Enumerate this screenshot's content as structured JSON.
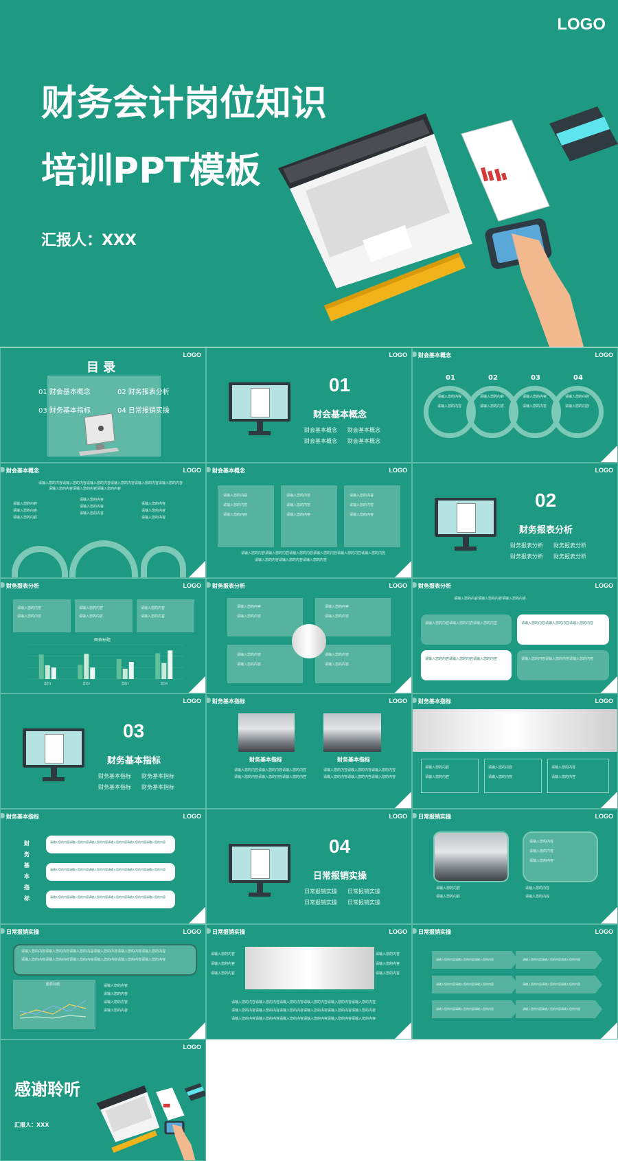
{
  "cover": {
    "logo": "LOGO",
    "title_line1": "财务会计岗位知识",
    "title_line2": "培训PPT模板",
    "reporter": "汇报人：XXX"
  },
  "common": {
    "logo": "LOGO",
    "filler_short": "请输入您的内容",
    "filler_line": "请输入您的内容请输入您的内容请输入您的内容",
    "filler_long": "请输入您的内容请输入您的内容请输入您的内容请输入您的内容请输入您的内容请输入您的内容"
  },
  "toc": {
    "heading": "目 录",
    "items": [
      "01 财会基本概念",
      "02 财务报表分析",
      "03 财务基本指标",
      "04 日常报销实操"
    ]
  },
  "sections": [
    {
      "num": "01",
      "name": "财会基本概念",
      "subs": [
        "财会基本概念",
        "财会基本概念",
        "财会基本概念",
        "财会基本概念"
      ]
    },
    {
      "num": "02",
      "name": "财务报表分析",
      "subs": [
        "财务报表分析",
        "财务报表分析",
        "财务报表分析",
        "财务报表分析"
      ]
    },
    {
      "num": "03",
      "name": "财务基本指标",
      "subs": [
        "财务基本指标",
        "财务基本指标",
        "财务基本指标",
        "财务基本指标"
      ]
    },
    {
      "num": "04",
      "name": "日常报销实操",
      "subs": [
        "日常报销实操",
        "日常报销实操",
        "日常报销实操",
        "日常报销实操"
      ]
    }
  ],
  "slide_titles": {
    "concept": "财会基本概念",
    "report": "财务报表分析",
    "indicator": "财务基本指标",
    "reimburse": "日常报销实操"
  },
  "circles": [
    "01",
    "02",
    "03",
    "04"
  ],
  "chart_title": "图表标题",
  "photo_captions": [
    "财务基本指标",
    "财务基本指标"
  ],
  "vertical_label": [
    "财",
    "务",
    "基",
    "本",
    "指",
    "标"
  ],
  "thanks": {
    "title": "感谢聆听",
    "reporter": "汇报人：XXX"
  },
  "chart_data": {
    "type": "bar",
    "title": "图表标题",
    "categories": [
      "类别1",
      "类别2",
      "类别3",
      "类别4"
    ],
    "series": [
      {
        "values": [
          4.3,
          2.5,
          3.5,
          4.5
        ],
        "color": "#5fbf9a"
      },
      {
        "values": [
          2.4,
          4.4,
          1.8,
          2.8
        ],
        "color": "#c7ead9"
      },
      {
        "values": [
          2.0,
          2.0,
          3.0,
          5.0
        ],
        "color": "#eaf7f2"
      }
    ],
    "ylim": [
      0,
      6
    ]
  },
  "colors": {
    "teal": "#1f9a82",
    "panel": "#55b39f",
    "accent": "#7cc9b7"
  }
}
